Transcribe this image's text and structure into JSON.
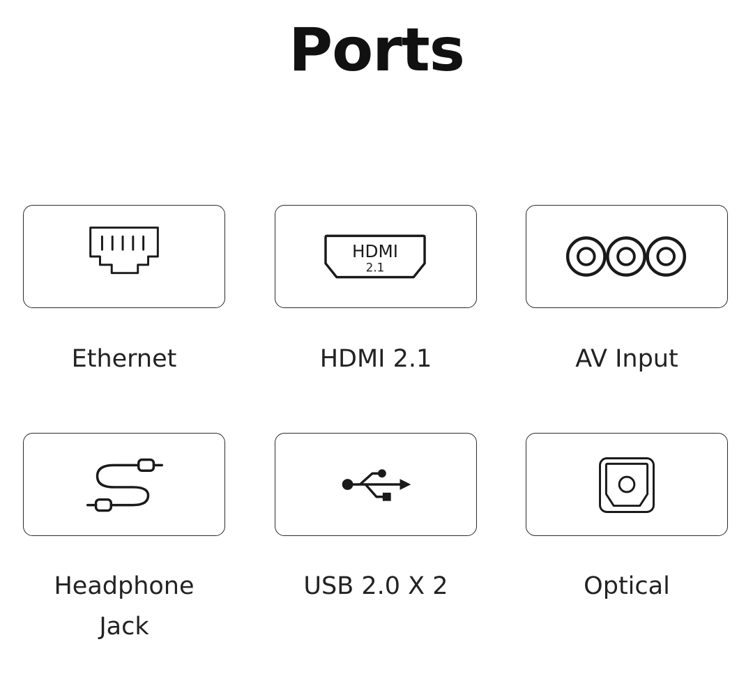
{
  "title": "Ports",
  "ports": [
    {
      "label": "Ethernet",
      "icon": "ethernet-port-icon"
    },
    {
      "label": "HDMI 2.1",
      "icon": "hdmi-port-icon",
      "icon_text": {
        "line1": "HDMI",
        "line2": "2.1"
      }
    },
    {
      "label": "AV Input",
      "icon": "av-input-icon"
    },
    {
      "label": "Headphone\nJack",
      "icon": "headphone-cable-icon"
    },
    {
      "label": "USB 2.0 X 2",
      "icon": "usb-icon"
    },
    {
      "label": "Optical",
      "icon": "optical-port-icon"
    }
  ]
}
